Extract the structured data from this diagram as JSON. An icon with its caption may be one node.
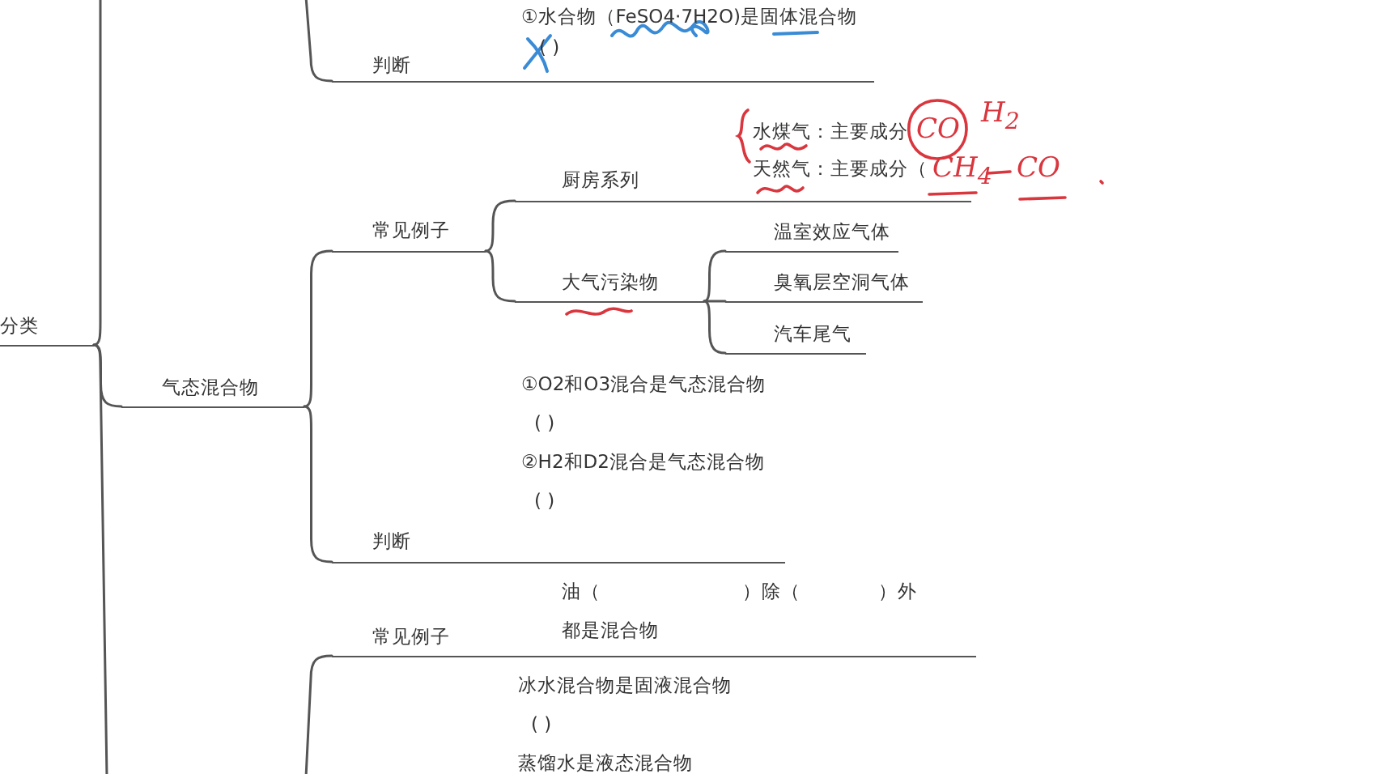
{
  "diagram": {
    "nodes": [
      {
        "text": [
          "分类"
        ]
      },
      {
        "text": [
          "判断",
          "①水合物（FeSO4·7H2O)是固体混合物",
          "( )"
        ]
      },
      {
        "text": [
          "气态混合物"
        ]
      },
      {
        "text": [
          "常见例子"
        ]
      },
      {
        "text": [
          "厨房系列",
          "水煤气：主要成分",
          "天然气：主要成分（"
        ]
      },
      {
        "text": [
          "大气污染物"
        ]
      },
      {
        "text": [
          "温室效应气体"
        ]
      },
      {
        "text": [
          "臭氧层空洞气体"
        ]
      },
      {
        "text": [
          "汽车尾气"
        ]
      },
      {
        "text": [
          "判断",
          "①O2和O3混合是气态混合物",
          "( )",
          "②H2和D2混合是气态混合物",
          "( )"
        ]
      },
      {
        "text": [
          "常见例子",
          "油（                        ）除（             ）外",
          "都是混合物"
        ]
      }
    ],
    "edges": [
      {
        "from": 0,
        "to": null,
        "arrow": "none"
      },
      {
        "from": 0,
        "to": 2,
        "arrow": "none"
      },
      {
        "from": 0,
        "to": null,
        "arrow": "none"
      },
      {
        "from": null,
        "to": 1,
        "arrow": "none"
      },
      {
        "from": 2,
        "to": 3,
        "arrow": "none"
      },
      {
        "from": 2,
        "to": 9,
        "arrow": "none"
      },
      {
        "from": 3,
        "to": 4,
        "arrow": "none"
      },
      {
        "from": 3,
        "to": 5,
        "arrow": "none"
      },
      {
        "from": 5,
        "to": 6,
        "arrow": "none"
      },
      {
        "from": 5,
        "to": 7,
        "arrow": "none"
      },
      {
        "from": 5,
        "to": 8,
        "arrow": "none"
      },
      {
        "from": null,
        "to": 10,
        "arrow": "none"
      }
    ],
    "labels": [
      "CO",
      "H$_{2}$",
      "CH$_{4}$",
      "CO",
      "冰水混合物是固液混合物",
      "( )",
      "蒸馏水是液态混合物"
    ]
  }
}
